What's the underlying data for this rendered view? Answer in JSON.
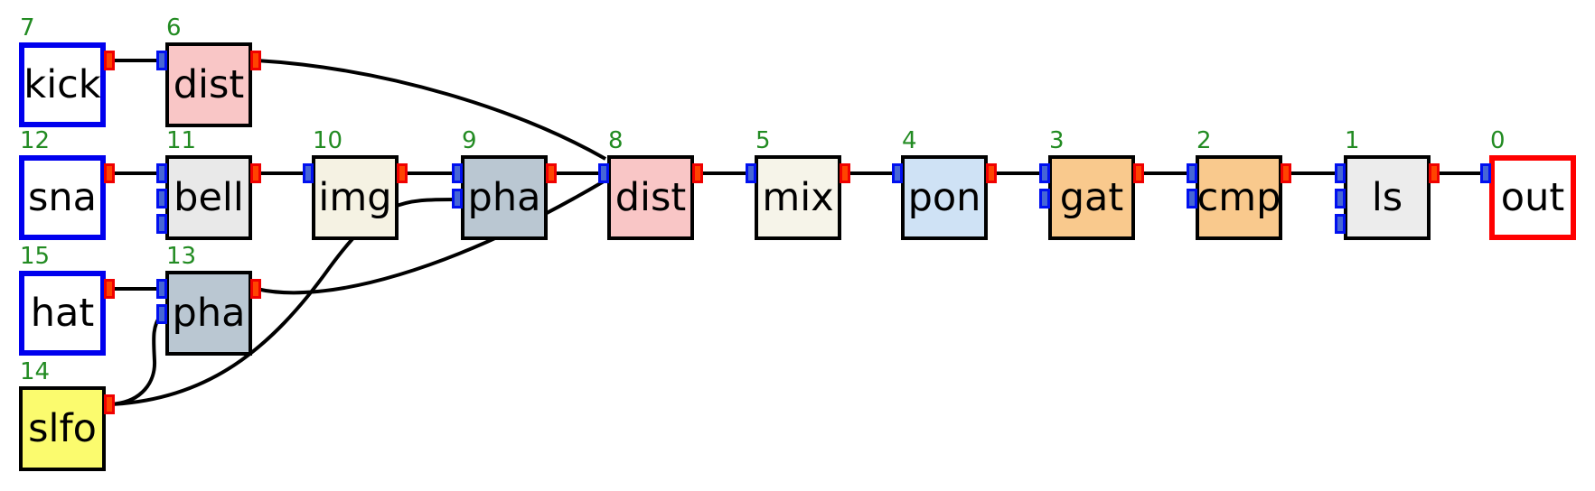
{
  "diagram": {
    "background": "#ffffff",
    "edge_color": "#000000",
    "number_color": "#228b22",
    "port_colors": {
      "output_fill": "#ff4400",
      "output_border": "#f00000",
      "input_fill": "#4666d6",
      "input_border": "#0010f0"
    },
    "nodes": [
      {
        "id": "kick",
        "label": "kick",
        "number": "7",
        "fill": "#ffffff",
        "border": "#0000ee",
        "inputs": 0,
        "has_output": true
      },
      {
        "id": "dist6",
        "label": "dist",
        "number": "6",
        "fill": "#f9c6c6",
        "border": "#000000",
        "inputs": 1,
        "has_output": true
      },
      {
        "id": "sna",
        "label": "sna",
        "number": "12",
        "fill": "#ffffff",
        "border": "#0000ee",
        "inputs": 0,
        "has_output": true
      },
      {
        "id": "bell",
        "label": "bell",
        "number": "11",
        "fill": "#e9e9e9",
        "border": "#000000",
        "inputs": 3,
        "has_output": true
      },
      {
        "id": "img",
        "label": "img",
        "number": "10",
        "fill": "#f5f2e3",
        "border": "#000000",
        "inputs": 1,
        "has_output": true
      },
      {
        "id": "pha9",
        "label": "pha",
        "number": "9",
        "fill": "#bac7d2",
        "border": "#000000",
        "inputs": 2,
        "has_output": true
      },
      {
        "id": "dist8",
        "label": "dist",
        "number": "8",
        "fill": "#f9c6c6",
        "border": "#000000",
        "inputs": 1,
        "has_output": true
      },
      {
        "id": "mix",
        "label": "mix",
        "number": "5",
        "fill": "#f6f4e9",
        "border": "#000000",
        "inputs": 1,
        "has_output": true
      },
      {
        "id": "pon",
        "label": "pon",
        "number": "4",
        "fill": "#cfe2f5",
        "border": "#000000",
        "inputs": 1,
        "has_output": true
      },
      {
        "id": "gat",
        "label": "gat",
        "number": "3",
        "fill": "#f9c98d",
        "border": "#000000",
        "inputs": 2,
        "has_output": true
      },
      {
        "id": "cmp",
        "label": "cmp",
        "number": "2",
        "fill": "#f9c98d",
        "border": "#000000",
        "inputs": 2,
        "has_output": true
      },
      {
        "id": "ls",
        "label": "ls",
        "number": "1",
        "fill": "#ececec",
        "border": "#000000",
        "inputs": 3,
        "has_output": true
      },
      {
        "id": "out",
        "label": "out",
        "number": "0",
        "fill": "#ffffff",
        "border": "#ff0000",
        "inputs": 1,
        "has_output": false
      },
      {
        "id": "hat",
        "label": "hat",
        "number": "15",
        "fill": "#ffffff",
        "border": "#0000ee",
        "inputs": 0,
        "has_output": true
      },
      {
        "id": "pha13",
        "label": "pha",
        "number": "13",
        "fill": "#bac7d2",
        "border": "#000000",
        "inputs": 2,
        "has_output": true
      },
      {
        "id": "slfo",
        "label": "slfo",
        "number": "14",
        "fill": "#fbfb6e",
        "border": "#000000",
        "inputs": 0,
        "has_output": true
      }
    ],
    "connections": [
      {
        "from": "kick",
        "to": "dist6",
        "to_input": 1
      },
      {
        "from": "sna",
        "to": "bell",
        "to_input": 1
      },
      {
        "from": "bell",
        "to": "img",
        "to_input": 1
      },
      {
        "from": "img",
        "to": "pha9",
        "to_input": 1
      },
      {
        "from": "pha9",
        "to": "dist8",
        "to_input": 1
      },
      {
        "from": "dist6",
        "to": "dist8",
        "to_input": 1
      },
      {
        "from": "pha13",
        "to": "dist8",
        "to_input": 1
      },
      {
        "from": "dist8",
        "to": "mix",
        "to_input": 1
      },
      {
        "from": "mix",
        "to": "pon",
        "to_input": 1
      },
      {
        "from": "pon",
        "to": "gat",
        "to_input": 1
      },
      {
        "from": "gat",
        "to": "cmp",
        "to_input": 1
      },
      {
        "from": "cmp",
        "to": "ls",
        "to_input": 1
      },
      {
        "from": "ls",
        "to": "out",
        "to_input": 1
      },
      {
        "from": "hat",
        "to": "pha13",
        "to_input": 1
      },
      {
        "from": "slfo",
        "to": "pha13",
        "to_input": 2
      },
      {
        "from": "slfo",
        "to": "pha9",
        "to_input": 2
      }
    ]
  }
}
